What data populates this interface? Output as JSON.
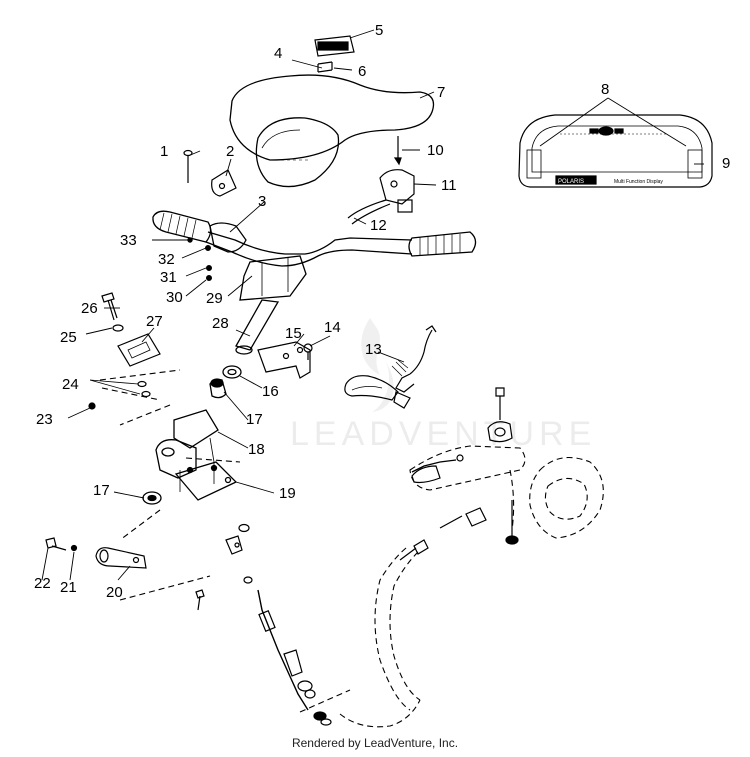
{
  "watermark": "LEADVENTURE",
  "footer": "Rendered by LeadVenture, Inc.",
  "cluster_labels": [
    "POLARIS",
    "Multi Function Display"
  ],
  "callouts": {
    "c1": "1",
    "c2": "2",
    "c3": "3",
    "c4": "4",
    "c5": "5",
    "c6": "6",
    "c7": "7",
    "c8": "8",
    "c9": "9",
    "c10": "10",
    "c11": "11",
    "c12": "12",
    "c13": "13",
    "c14": "14",
    "c15": "15",
    "c16": "16",
    "c17a": "17",
    "c17b": "17",
    "c18": "18",
    "c19": "19",
    "c20": "20",
    "c21": "21",
    "c22": "22",
    "c23": "23",
    "c24": "24",
    "c25": "25",
    "c26": "26",
    "c27": "27",
    "c28": "28",
    "c29": "29",
    "c30": "30",
    "c31": "31",
    "c32": "32",
    "c33": "33"
  }
}
